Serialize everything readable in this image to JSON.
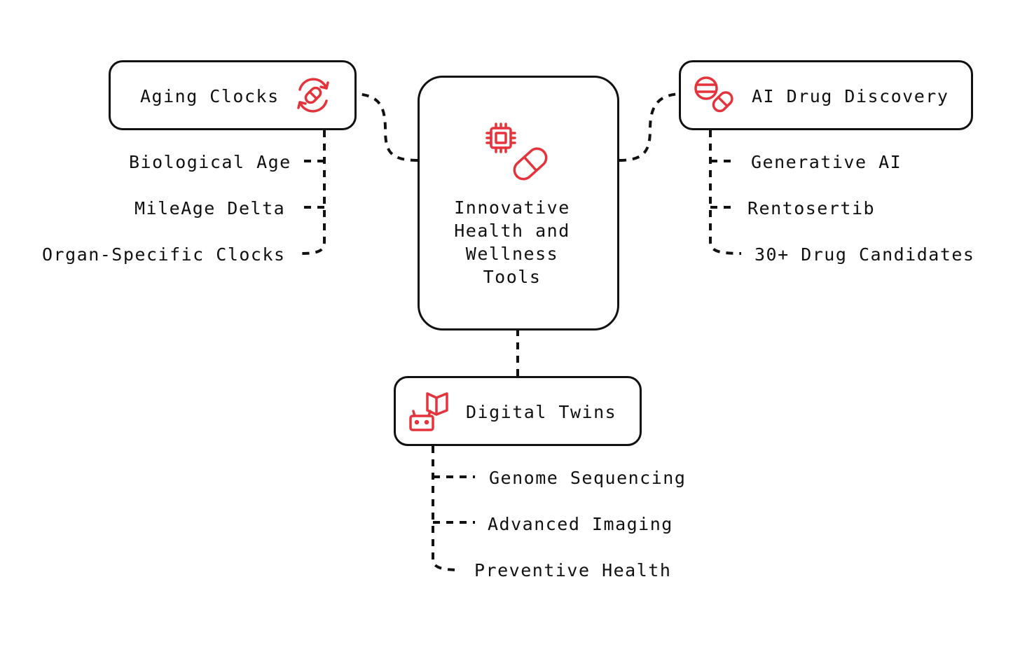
{
  "center": {
    "title_lines": [
      "Innovative",
      "Health and",
      "Wellness",
      "Tools"
    ],
    "icons": [
      "chip-icon",
      "pill-icon"
    ]
  },
  "nodes": {
    "aging_clocks": {
      "label": "Aging Clocks",
      "icon": "refresh-pill-icon",
      "items": [
        "Biological Age",
        "MileAge Delta",
        "Organ-Specific Clocks"
      ]
    },
    "ai_drug_discovery": {
      "label": "AI Drug Discovery",
      "icon": "pills-icon",
      "items": [
        "Generative AI",
        "Rentosertib",
        "30+ Drug Candidates"
      ]
    },
    "digital_twins": {
      "label": "Digital Twins",
      "icon": "robot-map-icon",
      "items": [
        "Genome Sequencing",
        "Advanced Imaging",
        "Preventive Health"
      ]
    }
  },
  "colors": {
    "accent": "#E5333B",
    "stroke": "#111111",
    "background": "#FFFFFF"
  }
}
